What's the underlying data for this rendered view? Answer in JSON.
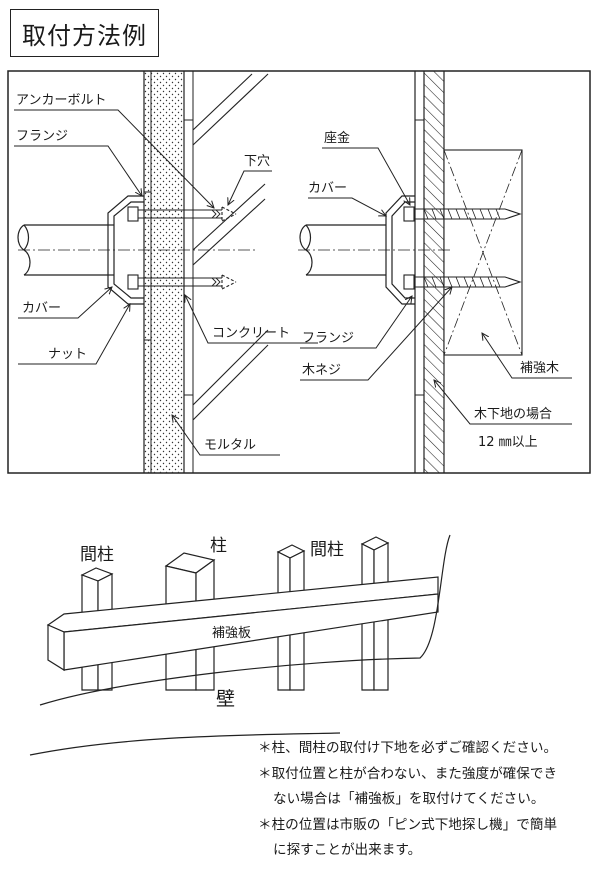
{
  "title": "取付方法例",
  "labels": {
    "anchor_bolt": "アンカーボルト",
    "flange_left": "フランジ",
    "shita_ana": "下穴",
    "cover_left": "カバー",
    "concrete": "コンクリート",
    "nut": "ナット",
    "mortar": "モルタル",
    "zagane": "座金",
    "cover_right": "カバー",
    "flange_right": "フランジ",
    "wood_screw": "木ネジ",
    "reinforcing_wood": "補強木",
    "wood_base": "木下地の場合",
    "wood_base_size": "12 ㎜以上"
  },
  "lower": {
    "mabashira_left": "間柱",
    "hashira": "柱",
    "mabashira_right": "間柱",
    "reinforcing_board": "補強板",
    "wall": "壁"
  },
  "notes": [
    {
      "lines": [
        "＊柱、間柱の取付け下地を必ずご確認ください。"
      ]
    },
    {
      "lines": [
        "＊取付位置と柱が合わない、また強度が確保でき",
        "ない場合は「補強板」を取付けてください。"
      ]
    },
    {
      "lines": [
        "＊柱の位置は市販の「ピン式下地探し機」で簡単",
        "に探すことが出来ます。"
      ]
    }
  ]
}
